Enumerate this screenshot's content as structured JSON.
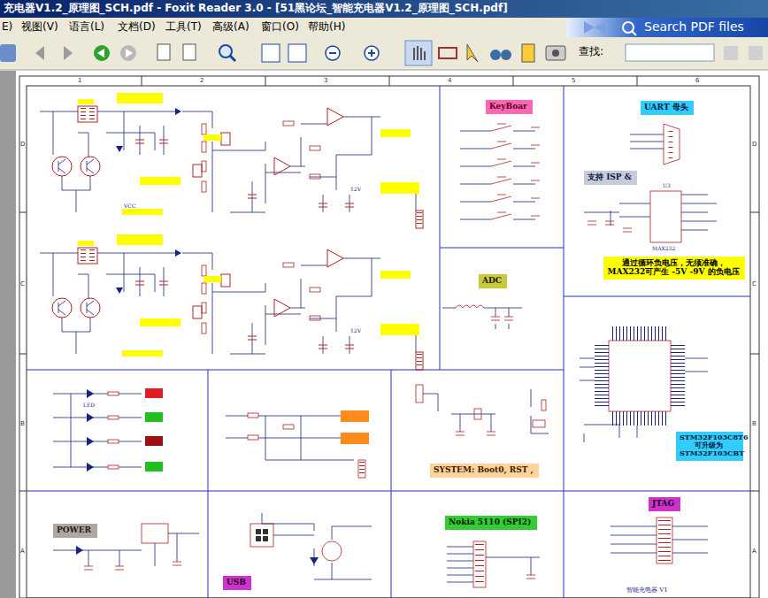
{
  "diagram": {
    "title": "充电器V1.2_原理图_SCH.pdf - Foxit Reader 3.0 - [51黑论坛_智能充电器V1.2_原理图_SCH.pdf]",
    "nodes": [
      {
        "text": [
          "KeyBoar"
        ]
      },
      {
        "text": [
          "UART 母头"
        ]
      },
      {
        "text": [
          "支持 ISP &"
        ]
      },
      {
        "text": [
          "通过循环负电压，无须准确，MAX232可产生 -5V -9V 的负电压"
        ]
      },
      {
        "text": [
          "ADC"
        ]
      },
      {
        "text": [
          "STM32F103C8T6 可升级为 STM32F103CBT"
        ]
      },
      {
        "text": [
          "SYSTEM: Boot0, RST ,"
        ]
      },
      {
        "text": [
          "POWER"
        ]
      },
      {
        "text": [
          "USB"
        ]
      },
      {
        "text": [
          "Nokia 5110 (SPI2)"
        ]
      },
      {
        "text": [
          "JTAG"
        ]
      }
    ],
    "labels": [
      "E)",
      "视图(V)",
      "语言(L)",
      "文档(D)",
      "工具(T)",
      "高级(A)",
      "窗口(O)",
      "帮助(H)",
      "Search PDF files",
      "查找:",
      "1",
      "2",
      "3",
      "4",
      "5",
      "6",
      "D",
      "C",
      "B",
      "A",
      "D",
      "C",
      "B",
      "A",
      "智能充电器 V1",
      "MAX232",
      "U3",
      "12V",
      "12V",
      "VCC",
      "LED"
    ]
  }
}
